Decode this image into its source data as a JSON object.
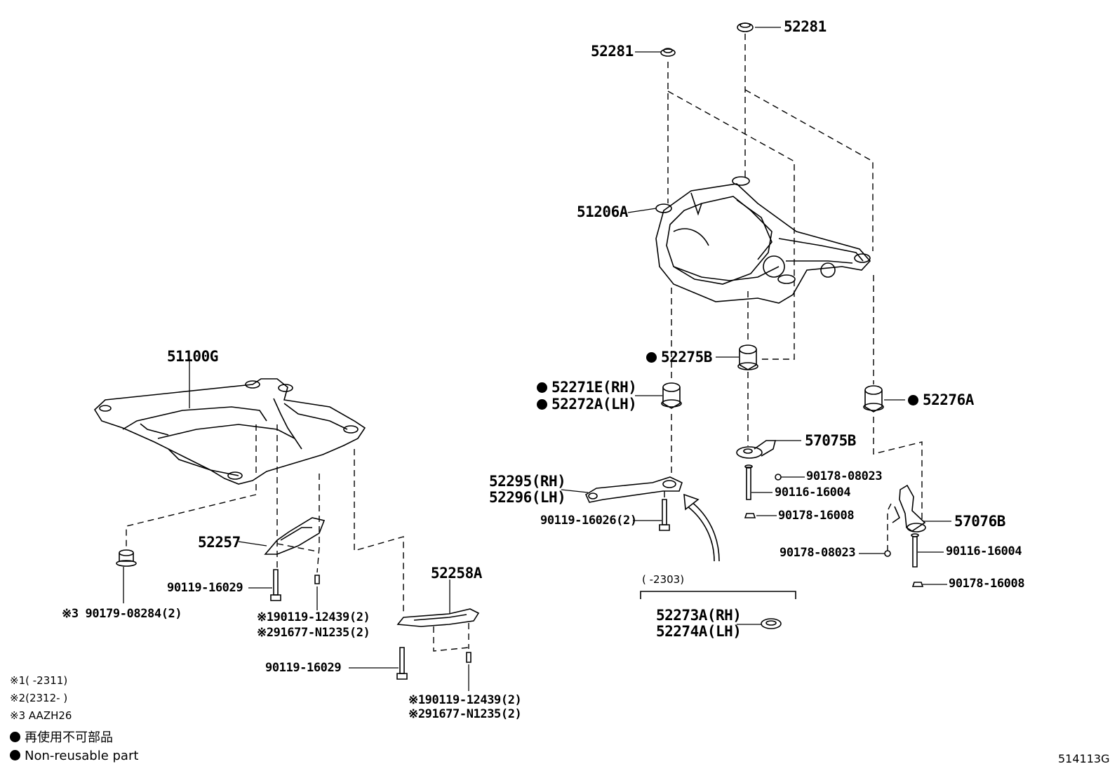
{
  "labels": {
    "p52281_left": "52281",
    "p52281_right": "52281",
    "p51206A": "51206A",
    "p51100G": "51100G",
    "p52275B": "52275B",
    "p52271E": "52271E(RH)",
    "p52272A": "52272A(LH)",
    "p52276A": "52276A",
    "p57075B": "57075B",
    "p90178_08023_a": "90178-08023",
    "p90116_16004_a": "90116-16004",
    "p90178_16008_a": "90178-16008",
    "p52295": "52295(RH)",
    "p52296": "52296(LH)",
    "p90119_16026": "90119-16026(2)",
    "p57076B": "57076B",
    "p90178_08023_b": "90178-08023",
    "p90116_16004_b": "90116-16004",
    "p90178_16008_b": "90178-16008",
    "p52257": "52257",
    "p90119_16029_a": "90119-16029",
    "p90179_08284": "※3 90179-08284(2)",
    "p90119_12439_a": "※190119-12439(2)",
    "p91677_N1235_a": "※291677-N1235(2)",
    "p52258A": "52258A",
    "p90119_16029_b": "90119-16029",
    "p90119_12439_b": "※190119-12439(2)",
    "p91677_N1235_b": "※291677-N1235(2)",
    "bracket_range": "(      -2303)",
    "p52273A": "52273A(RH)",
    "p52274A": "52274A(LH)"
  },
  "notes": {
    "n1": "※1(      -2311)",
    "n2": "※2(2312-      )",
    "n3": "※3 AAZH26"
  },
  "legend": {
    "jp": "再使用不可部品",
    "en": "Non-reusable part"
  },
  "ref_code": "514113G",
  "non_reusable_marker": "filled-circle"
}
